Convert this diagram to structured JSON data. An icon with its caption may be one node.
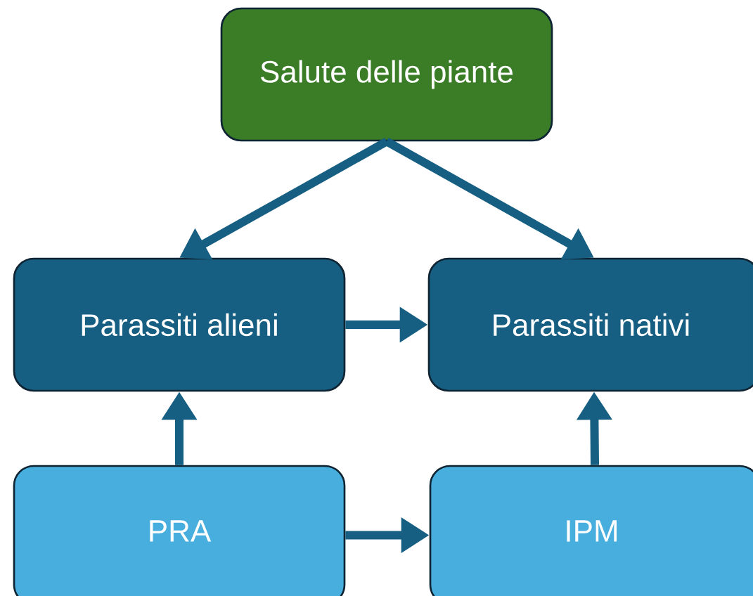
{
  "diagram": {
    "nodes": [
      {
        "text": [
          "Salute delle piante"
        ]
      },
      {
        "text": [
          "Parassiti alieni"
        ]
      },
      {
        "text": [
          "Parassiti nativi"
        ]
      },
      {
        "text": [
          "PRA"
        ]
      },
      {
        "text": [
          "IPM"
        ]
      }
    ],
    "edges": [
      {
        "from": 0,
        "to": 1,
        "arrow": "to"
      },
      {
        "from": 0,
        "to": 2,
        "arrow": "to"
      },
      {
        "from": 1,
        "to": 2,
        "arrow": "to"
      },
      {
        "from": 3,
        "to": 1,
        "arrow": "to"
      },
      {
        "from": 4,
        "to": 2,
        "arrow": "to"
      },
      {
        "from": 3,
        "to": 4,
        "arrow": "to"
      }
    ]
  }
}
